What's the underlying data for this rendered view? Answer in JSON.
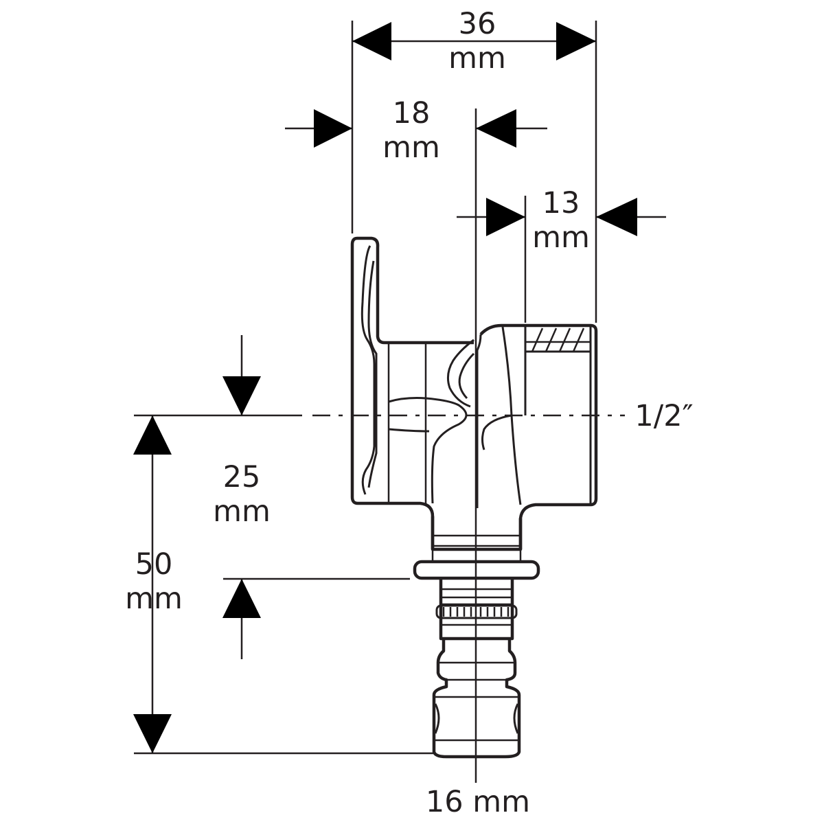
{
  "drawing": {
    "dimensions": {
      "overall_width": {
        "value": "36",
        "unit": "mm"
      },
      "wall_plate_to_axis": {
        "value": "18",
        "unit": "mm"
      },
      "thread_depth": {
        "value": "13",
        "unit": "mm"
      },
      "axis_height": {
        "value": "25",
        "unit": "mm"
      },
      "total_height": {
        "value": "50",
        "unit": "mm"
      },
      "pipe_diameter": {
        "label": "16 mm"
      },
      "thread_size": {
        "label": "1/2″"
      }
    }
  }
}
